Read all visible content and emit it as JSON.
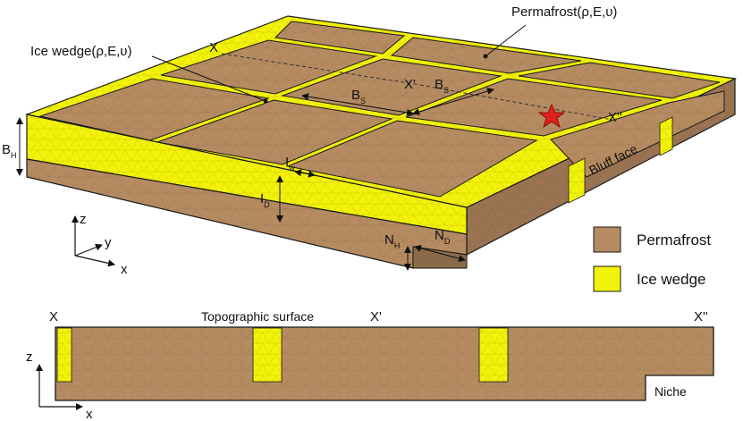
{
  "colors": {
    "permafrost": "#b58b61",
    "permafrost_dark": "#8a6a48",
    "permafrost_top": "#ac8460",
    "ice_wedge": "#f2f20a",
    "ice_wedge_dark": "#c8c400",
    "outline": "#1a1a1a",
    "star": "#e3211c"
  },
  "block": {
    "title_permafrost": "Permafrost(ρ,E,υ)",
    "title_ice_wedge": "Ice wedge(ρ,E,υ)",
    "section_x": "X",
    "section_x1": "X'",
    "section_x2": "X''",
    "bs_main": "B",
    "bs_sub": "S",
    "bh_main": "B",
    "bh_sub": "H",
    "iw_main": "I",
    "iw_sub": "w",
    "id_main": "I",
    "id_sub": "D",
    "nh_main": "N",
    "nh_sub": "H",
    "nd_main": "N",
    "nd_sub": "D",
    "bluff_face": "Bluff face"
  },
  "axes3d": {
    "z": "z",
    "y": "y",
    "x": "x"
  },
  "legend": {
    "items": [
      {
        "label": "Permafrost",
        "icon": "permafrost-swatch"
      },
      {
        "label": "Ice wedge",
        "icon": "ice-wedge-swatch"
      }
    ]
  },
  "section": {
    "left_label": "X",
    "surface_label": "Topographic surface",
    "mid_label": "X'",
    "right_label": "X''",
    "niche_label": "Niche",
    "axis_z": "z",
    "axis_x": "x"
  }
}
